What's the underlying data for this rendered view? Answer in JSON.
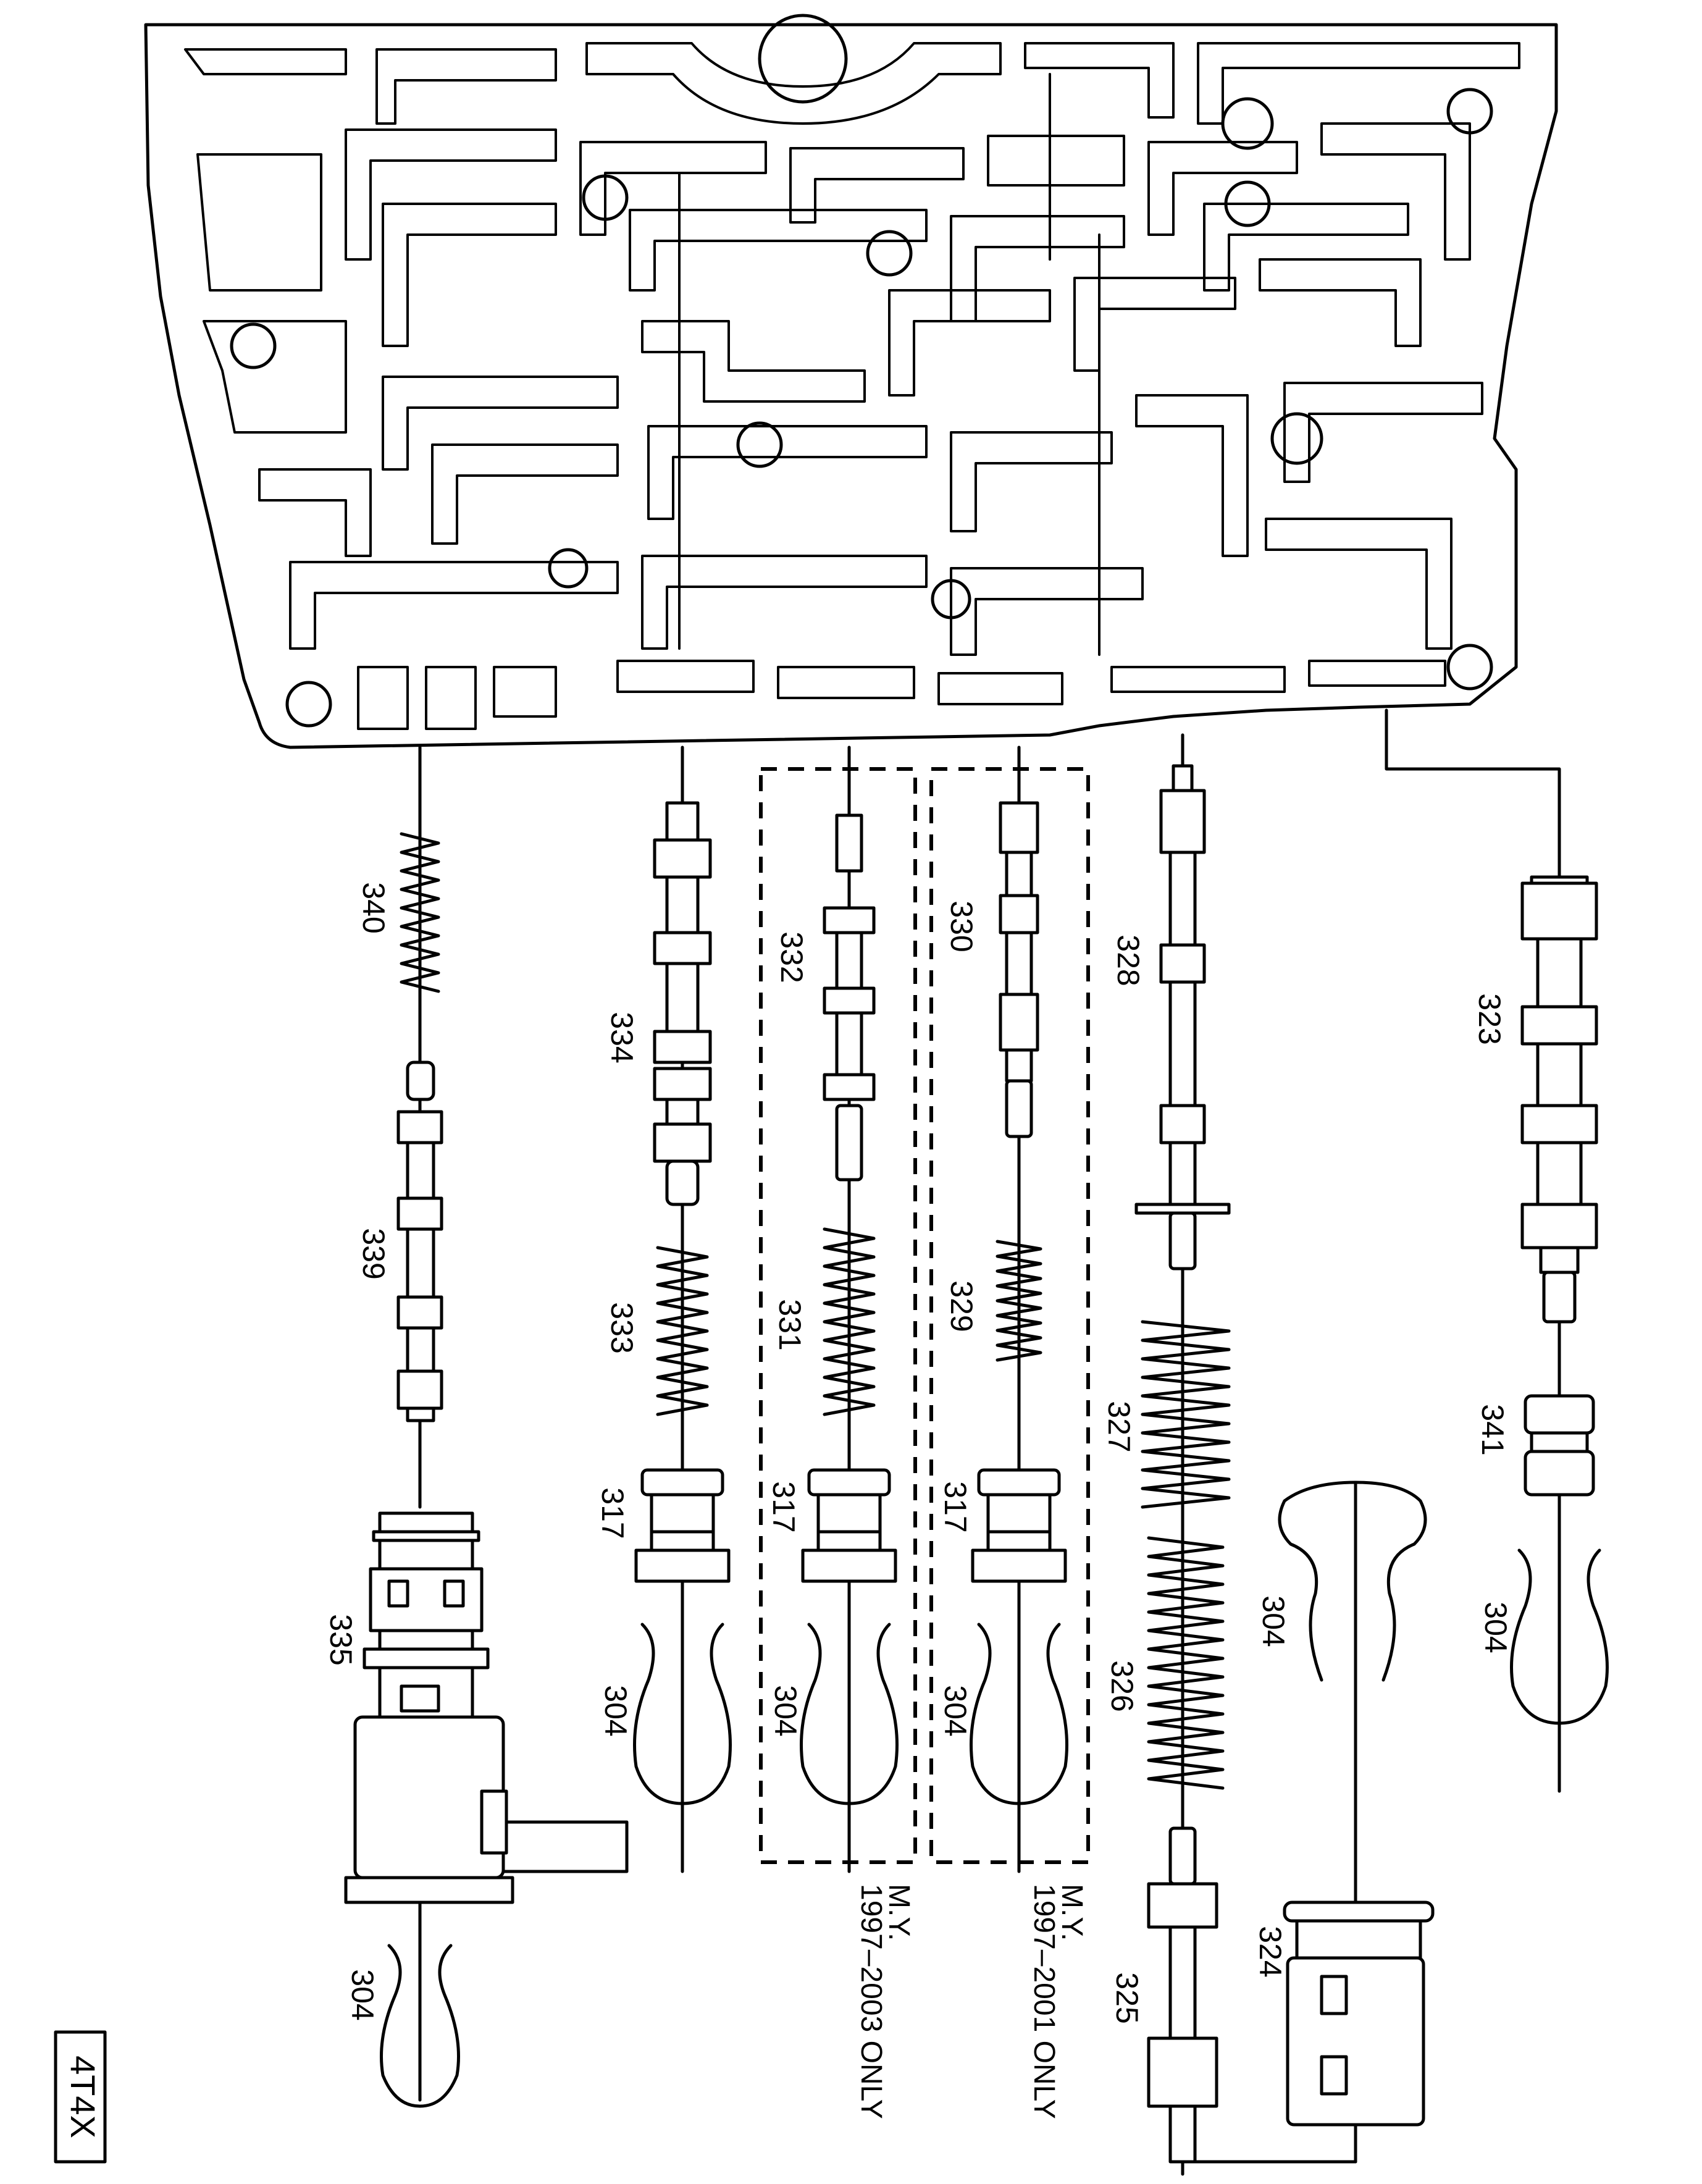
{
  "model_tag": "4T4X",
  "notes": {
    "group_a": {
      "line1": "M.Y.",
      "line2": "1997–2003 ONLY"
    },
    "group_b": {
      "line1": "M.Y.",
      "line2": "1997–2001 ONLY"
    }
  },
  "parts": {
    "p340": "340",
    "p339": "339",
    "p335": "335",
    "p334": "334",
    "p333": "333",
    "p317a": "317",
    "p332": "332",
    "p331": "331",
    "p317b": "317",
    "p330": "330",
    "p329": "329",
    "p317c": "317",
    "p328": "328",
    "p327": "327",
    "p326": "326",
    "p325": "325",
    "p324": "324",
    "p323": "323",
    "p341": "341",
    "p304": "304"
  }
}
